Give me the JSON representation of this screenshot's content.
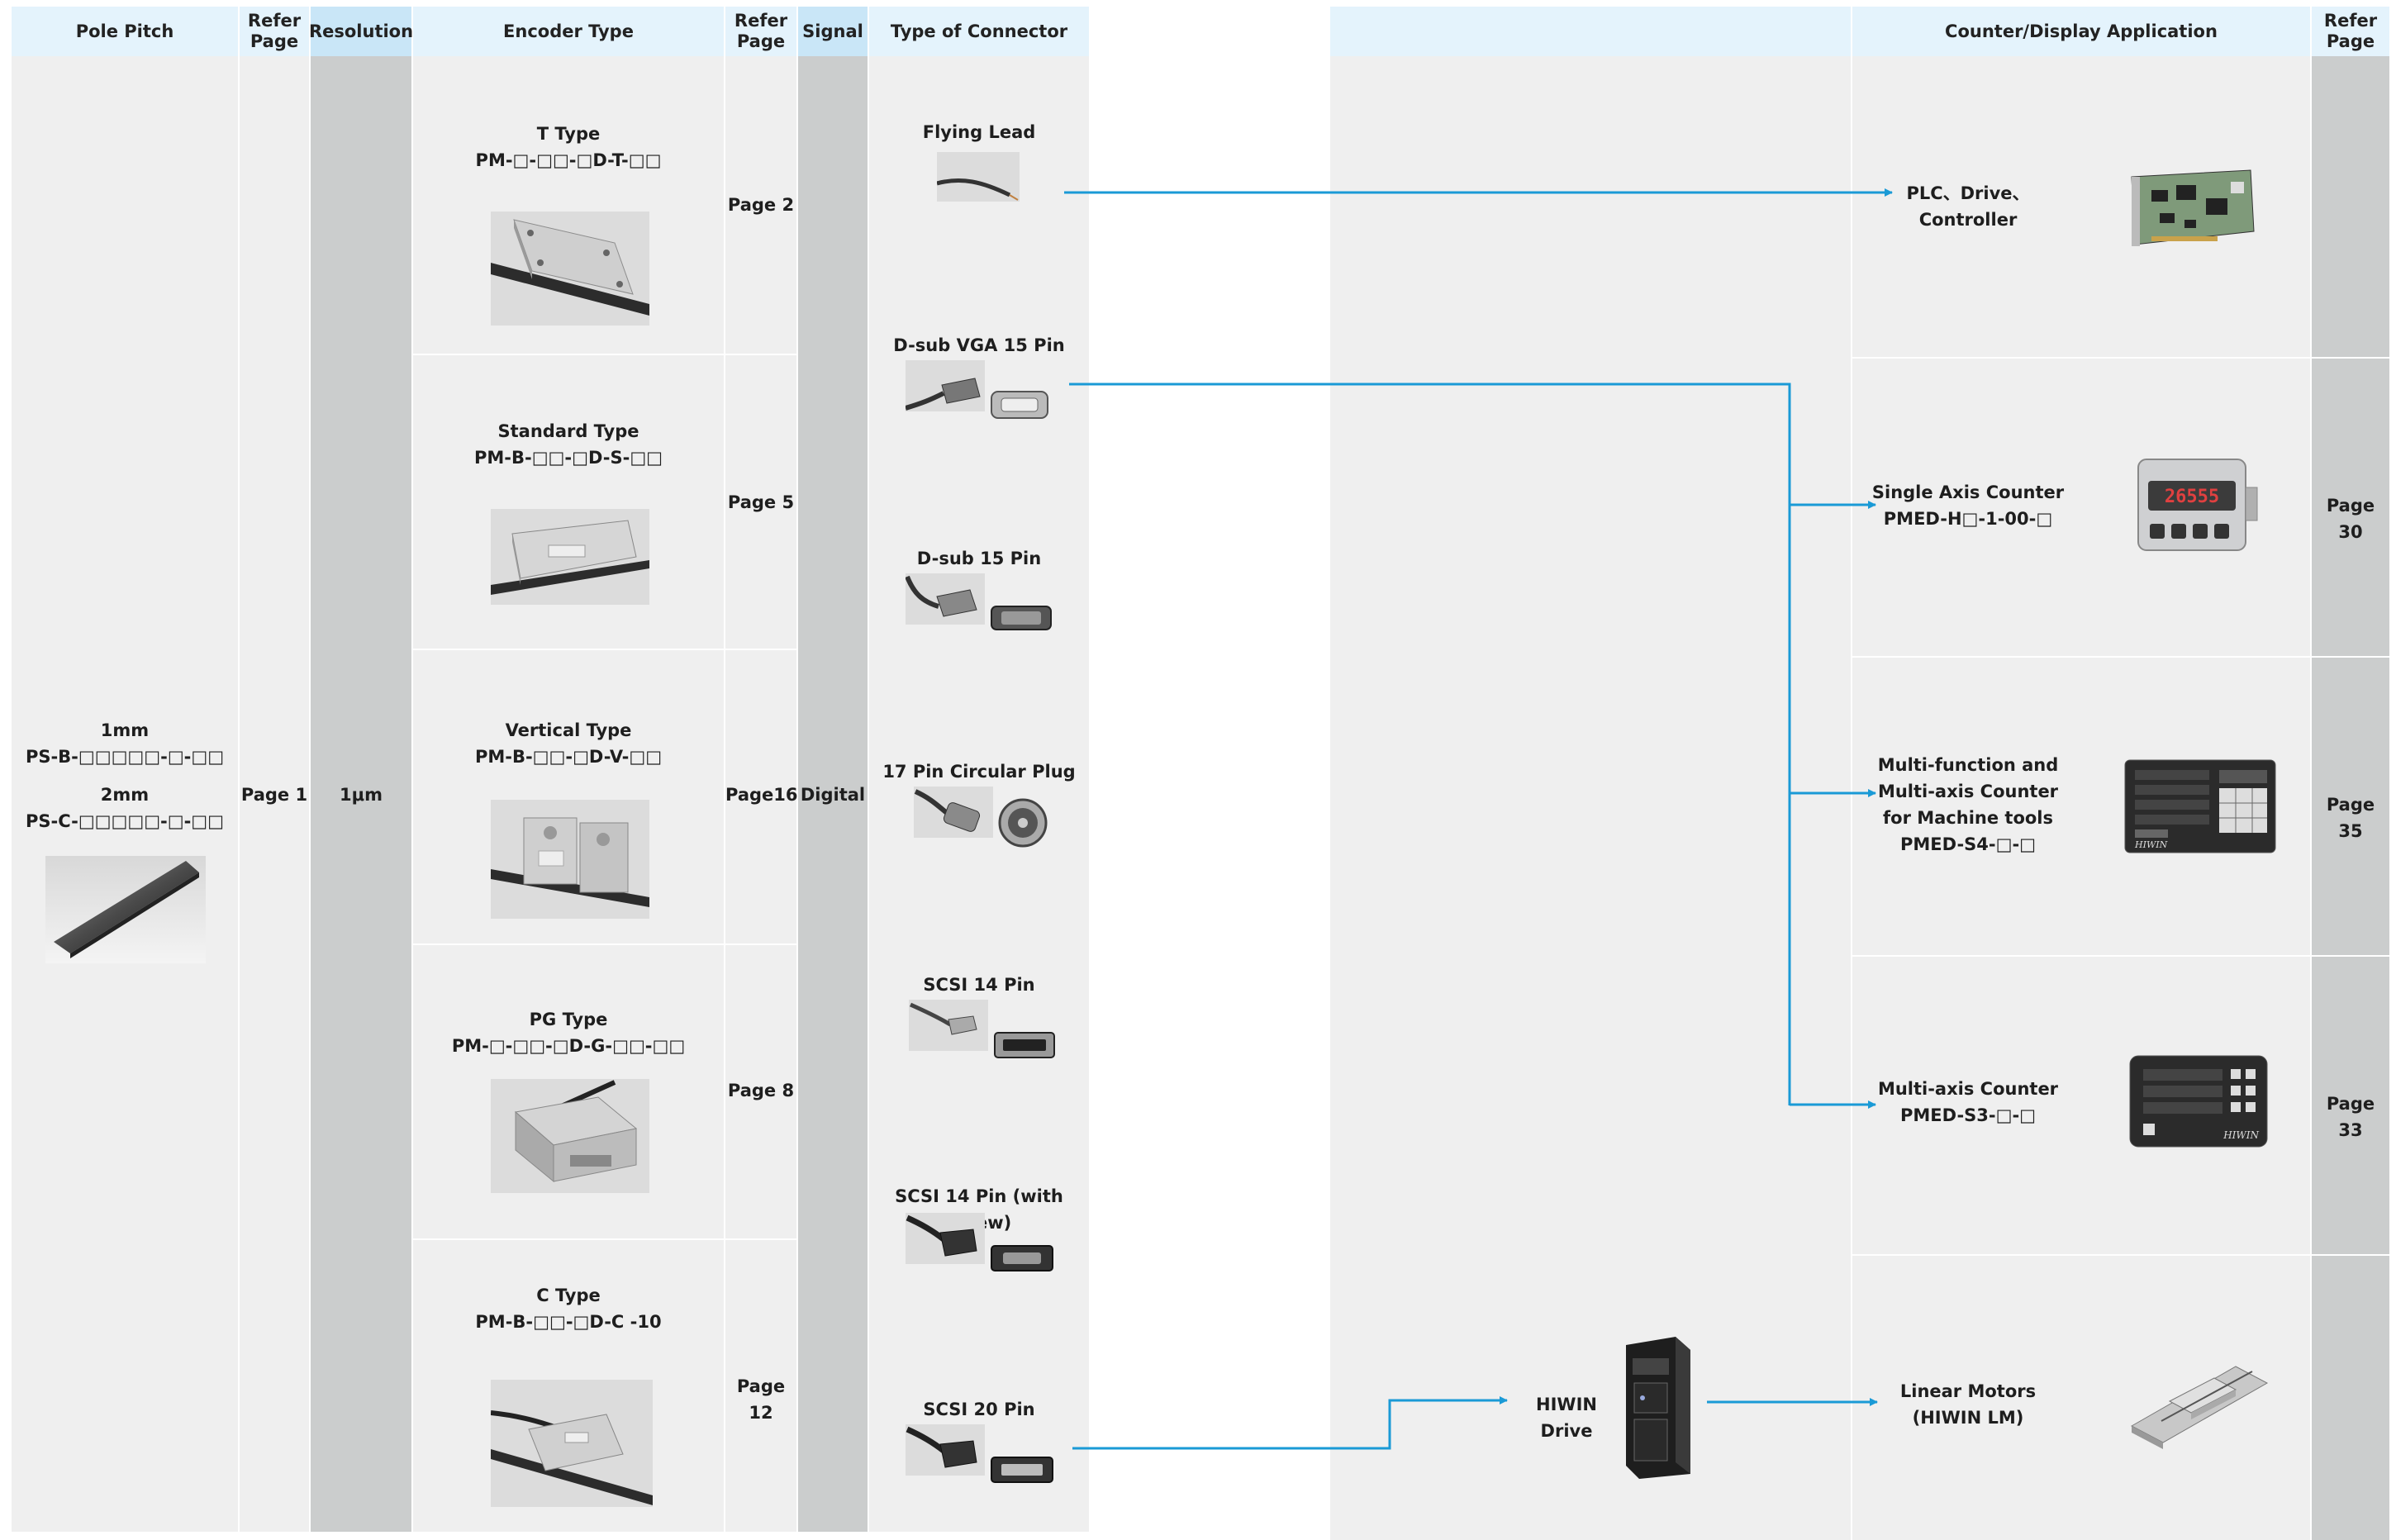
{
  "headers": {
    "pole_pitch": "Pole Pitch",
    "refer_page_1": "Refer\nPage",
    "resolution": "Resolution",
    "encoder_type": "Encoder Type",
    "refer_page_2": "Refer\nPage",
    "signal": "Signal",
    "connector_type": "Type of Connector",
    "middle": "",
    "application": "Counter/Display Application",
    "refer_page_3": "Refer\nPage"
  },
  "pole_pitch": {
    "line1": "1mm",
    "line2": "PS-B-□□□□□-□-□□",
    "line3": "2mm",
    "line4": "PS-C-□□□□□-□-□□",
    "image_icon": "magnetic-scale-strip"
  },
  "refer_page_1": "Page 1",
  "resolution": "1μm",
  "encoders": [
    {
      "name": "T Type",
      "code": "PM-□-□□-□D-T-□□",
      "page": "Page 2",
      "icon": "t-type-encoder"
    },
    {
      "name": "Standard Type",
      "code": "PM-B-□□-□D-S-□□",
      "page": "Page 5",
      "icon": "standard-encoder"
    },
    {
      "name": "Vertical Type",
      "code": "PM-B-□□-□D-V-□□",
      "page": "Page16",
      "icon": "vertical-encoder"
    },
    {
      "name": "PG Type",
      "code": "PM-□-□□-□D-G-□□-□□",
      "page": "Page 8",
      "icon": "pg-encoder"
    },
    {
      "name": "C Type",
      "code": "PM-B-□□-□D-C -10",
      "page": "Page 12",
      "icon": "c-type-encoder"
    }
  ],
  "signal": "Digital",
  "connectors": [
    {
      "label": "Flying Lead",
      "icon": "flying-lead-cable"
    },
    {
      "label": "D-sub VGA 15 Pin",
      "icon": "dsub-vga-connector"
    },
    {
      "label": "D-sub 15 Pin",
      "icon": "dsub-connector"
    },
    {
      "label": "17 Pin Circular Plug",
      "icon": "circular-plug"
    },
    {
      "label": "SCSI 14 Pin",
      "icon": "scsi-connector"
    },
    {
      "label": "SCSI 14 Pin (with screw)",
      "icon": "scsi-screw-connector"
    },
    {
      "label": "SCSI 20 Pin",
      "icon": "scsi20-connector"
    }
  ],
  "hiwin_drive": {
    "label": "HIWIN Drive",
    "icon": "servo-drive"
  },
  "applications": [
    {
      "label": "PLC、Drive、\nController",
      "page": "",
      "icon": "plc-card"
    },
    {
      "label": "Single Axis Counter\nPMED-H□-1-00-□",
      "page": "Page 30",
      "icon": "single-axis-counter",
      "display": "26555"
    },
    {
      "label": "Multi-function and\nMulti-axis Counter\nfor Machine tools\nPMED-S4-□-□",
      "page": "Page 35",
      "icon": "multi-function-counter",
      "brand": "HIWIN"
    },
    {
      "label": "Multi-axis Counter\nPMED-S3-□-□",
      "page": "Page 33",
      "icon": "multi-axis-counter",
      "brand": "HIWIN"
    },
    {
      "label": "Linear Motors\n(HIWIN LM)",
      "page": "",
      "icon": "linear-motor"
    }
  ],
  "colors": {
    "arrow": "#1a9ad6",
    "header_bg": "#e4f3fc",
    "light_col": "#efefef",
    "dark_col": "#cbcdcd"
  }
}
